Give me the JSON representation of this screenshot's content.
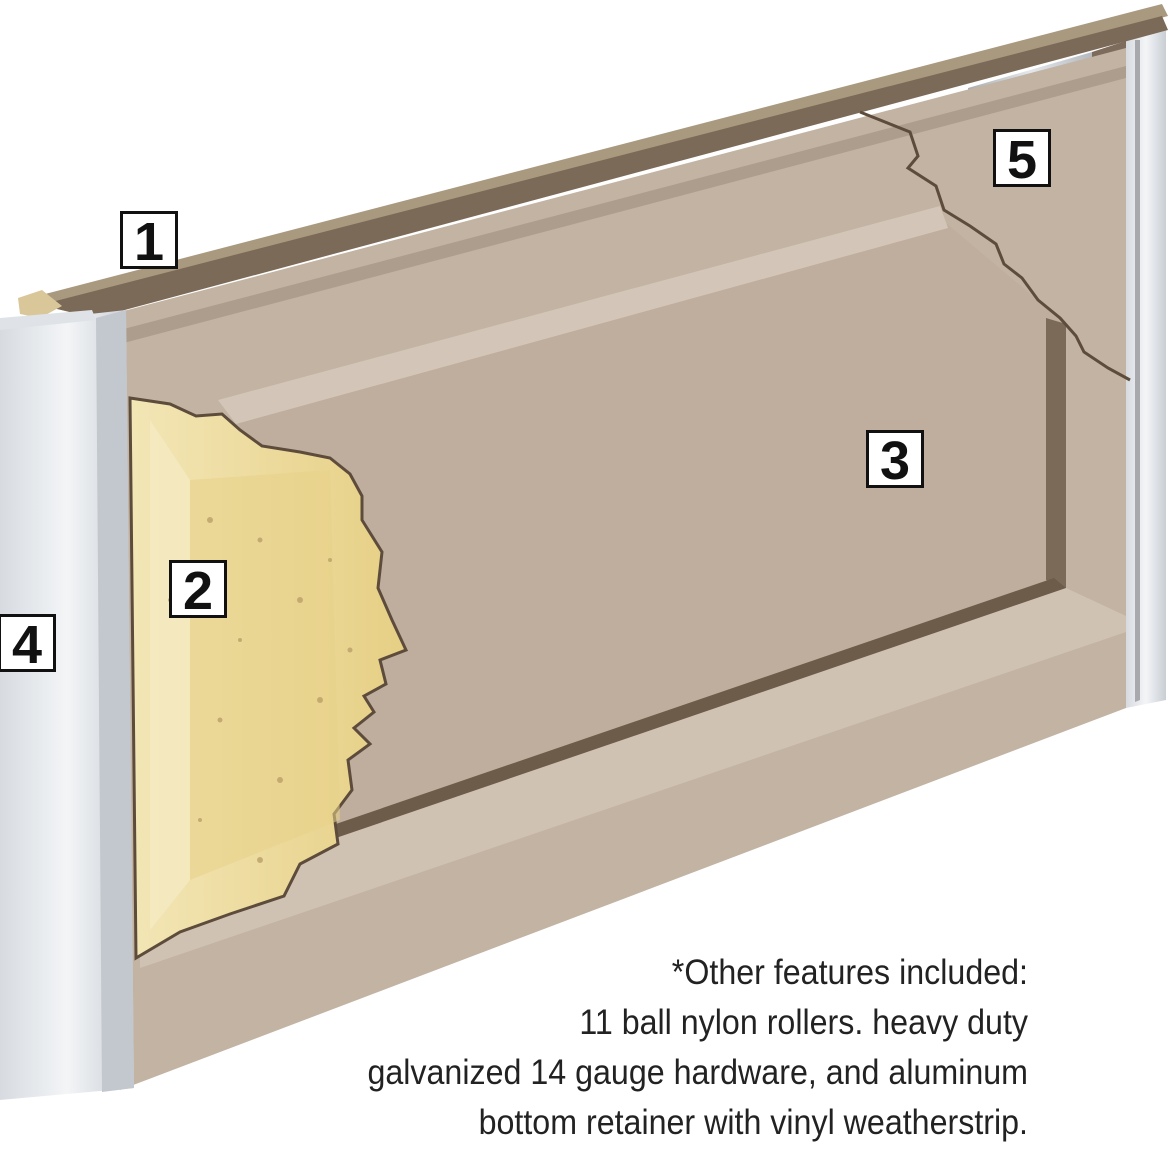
{
  "callouts": [
    {
      "label": "1",
      "part": "top-edge-cap"
    },
    {
      "label": "2",
      "part": "foam-insulation"
    },
    {
      "label": "3",
      "part": "raised-panel-skin"
    },
    {
      "label": "4",
      "part": "end-stile"
    },
    {
      "label": "5",
      "part": "back-steel-liner"
    }
  ],
  "note": {
    "lines": [
      "*Other features included:",
      "11 ball nylon rollers. heavy duty",
      "galvanized 14 gauge hardware, and aluminum",
      "bottom retainer with vinyl weatherstrip."
    ]
  },
  "colors": {
    "panel": "#c2b3a3",
    "panel_shadow": "#a8998a",
    "panel_highlight": "#d3c6b8",
    "edge_dark": "#7c6a58",
    "foam": "#ecd898",
    "liner": "#c9cdd2",
    "stile": "#e9ecef"
  }
}
